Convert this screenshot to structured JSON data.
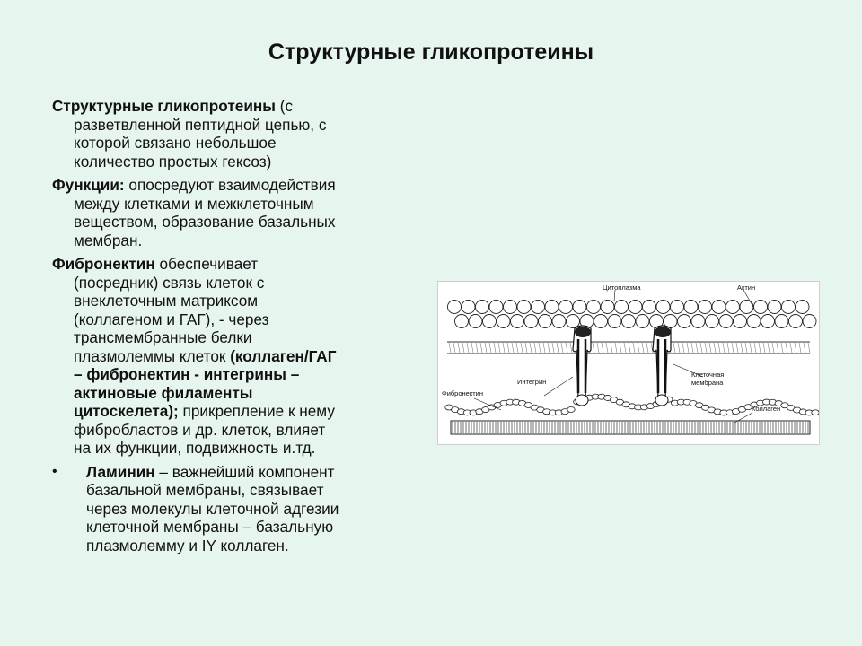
{
  "slide": {
    "title": "Структурные гликопротеины"
  },
  "paragraphs": {
    "p1": {
      "bold": "Структурные гликопротеины",
      "line1_rest": " (с",
      "cont1": "разветвленной пептидной цепью, с",
      "cont2": "которой связано небольшое",
      "cont3": "количество простых гексоз)"
    },
    "p2": {
      "bold": "Функции:",
      "line1_rest": " опосредуют взаимодействия",
      "cont1": "между клетками и межклеточным",
      "cont2": "веществом, образование базальных",
      "cont3": "мембран."
    },
    "p3": {
      "bold": "Фибронектин",
      "line1_rest": " обеспечивает",
      "cont1": "(посредник) связь клеток с",
      "cont2": "внеклеточным матриксом",
      "cont3": "(коллагеном и ГАГ), - через",
      "cont4": "трансмембранные белки",
      "cont5_plain": "плазмолеммы клеток ",
      "cont5_bold": "(коллаген/ГАГ",
      "cont6_bold": "– фибронектин - интегрины –",
      "cont7_bold": "актиновые филаменты",
      "cont8_bold": "цитоскелета);",
      "cont8_rest": " прикрепление к нему",
      "cont9": "фибробластов и др. клеток, влияет",
      "cont10": "на их функции, подвижность и.тд."
    },
    "p4": {
      "bullet": "•",
      "bold": "Ламинин",
      "line1_rest": " – важнейший компонент",
      "cont1": "базальной мембраны, связывает",
      "cont2": "через молекулы клеточной адгезии",
      "cont3": "клеточной мембраны – базальную",
      "cont4": "плазмолемму и IY коллаген."
    }
  },
  "figure": {
    "labels": {
      "cytoplasm": "Цитоплазма",
      "actin": "Актин",
      "integrin": "Интегрин",
      "cell_membrane_1": "Клеточная",
      "cell_membrane_2": "мембрана",
      "fibronectin": "Фибронектин",
      "collagen": "Коллаген"
    }
  }
}
